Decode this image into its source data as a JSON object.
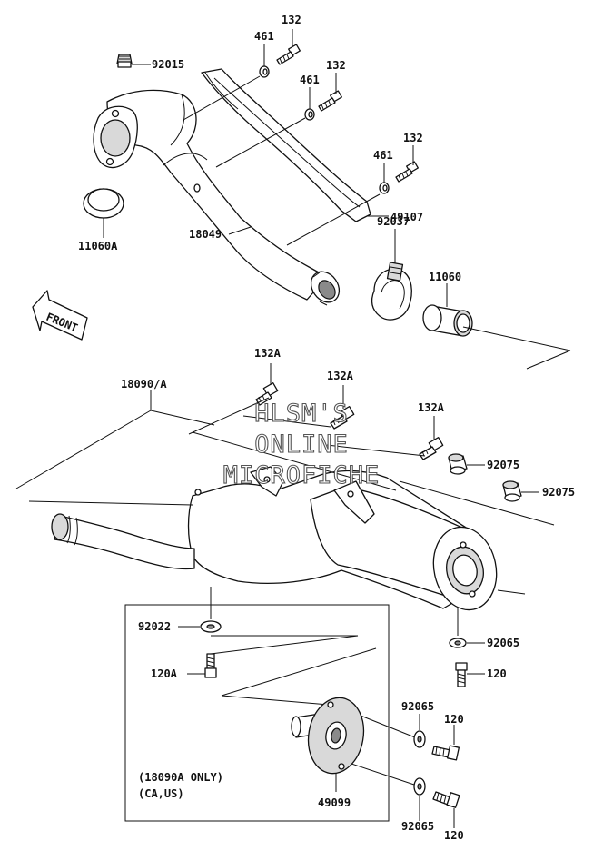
{
  "labels": {
    "l92015": "92015",
    "l461a": "461",
    "l132a": "132",
    "l461b": "461",
    "l132b": "132",
    "l461c": "461",
    "l132c": "132",
    "l11060A": "11060A",
    "l18049": "18049",
    "l49107": "49107",
    "l92037": "92037",
    "l11060": "11060",
    "l132A1": "132A",
    "l132A2": "132A",
    "l132A3": "132A",
    "l18090A": "18090/A",
    "l92075a": "92075",
    "l92075b": "92075",
    "l92022": "92022",
    "l92065a": "92065",
    "l120Aa": "120A",
    "l120a": "120",
    "l92065b": "92065",
    "l120b": "120",
    "l49099": "49099",
    "l92065c": "92065",
    "l120c": "120"
  },
  "note": {
    "line1": "(18090A ONLY)",
    "line2": "(CA,US)"
  },
  "front_label": "FRONT",
  "watermark": {
    "line1": "HLSM'S",
    "line2": "ONLINE",
    "line3": "MICROFICHE"
  }
}
